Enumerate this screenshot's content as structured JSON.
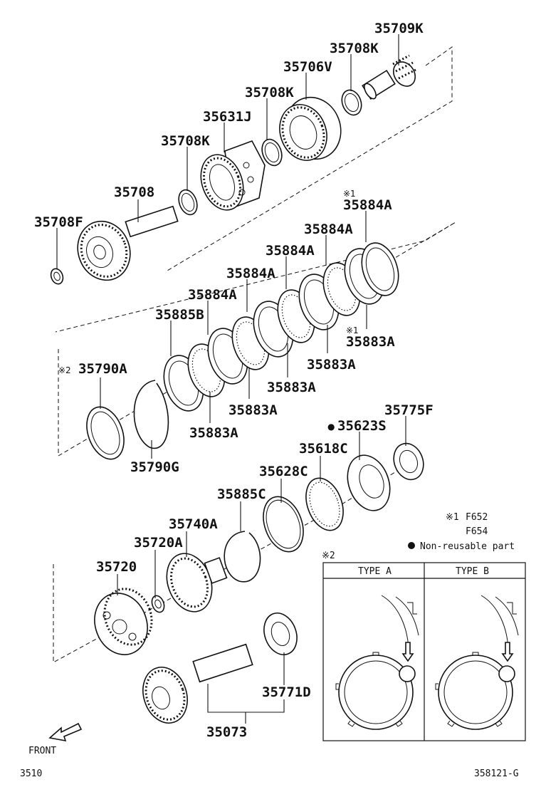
{
  "labels": {
    "p35709K": "35709K",
    "p35708K_top": "35708K",
    "p35706V": "35706V",
    "p35708K_mid": "35708K",
    "p35631J": "35631J",
    "p35708K_low": "35708K",
    "p35708": "35708",
    "p35708F": "35708F",
    "p35884A_1": "35884A",
    "p35884A_2": "35884A",
    "p35884A_3": "35884A",
    "p35884A_4": "35884A",
    "p35884A_5": "35884A",
    "p35885B": "35885B",
    "p35883A_1": "35883A",
    "p35883A_2": "35883A",
    "p35883A_3": "35883A",
    "p35883A_4": "35883A",
    "p35883A_5": "35883A",
    "p35790A": "35790A",
    "p35790G": "35790G",
    "p35775F": "35775F",
    "p35623S": "35623S",
    "p35618C": "35618C",
    "p35628C": "35628C",
    "p35885C": "35885C",
    "p35740A": "35740A",
    "p35720A": "35720A",
    "p35720": "35720",
    "p35771D": "35771D",
    "p35073": "35073"
  },
  "marks": {
    "ref1": "※1",
    "ref2": "※2",
    "bullet": "●"
  },
  "notes": {
    "note1_mark": "※1",
    "note1_a": "F652",
    "note1_b": "F654",
    "note2": "Non-reusable part"
  },
  "detail": {
    "mark": "※2",
    "type_a": "TYPE A",
    "type_b": "TYPE B"
  },
  "footer": {
    "front": "FRONT",
    "left_code": "3510",
    "right_code": "358121-G"
  }
}
